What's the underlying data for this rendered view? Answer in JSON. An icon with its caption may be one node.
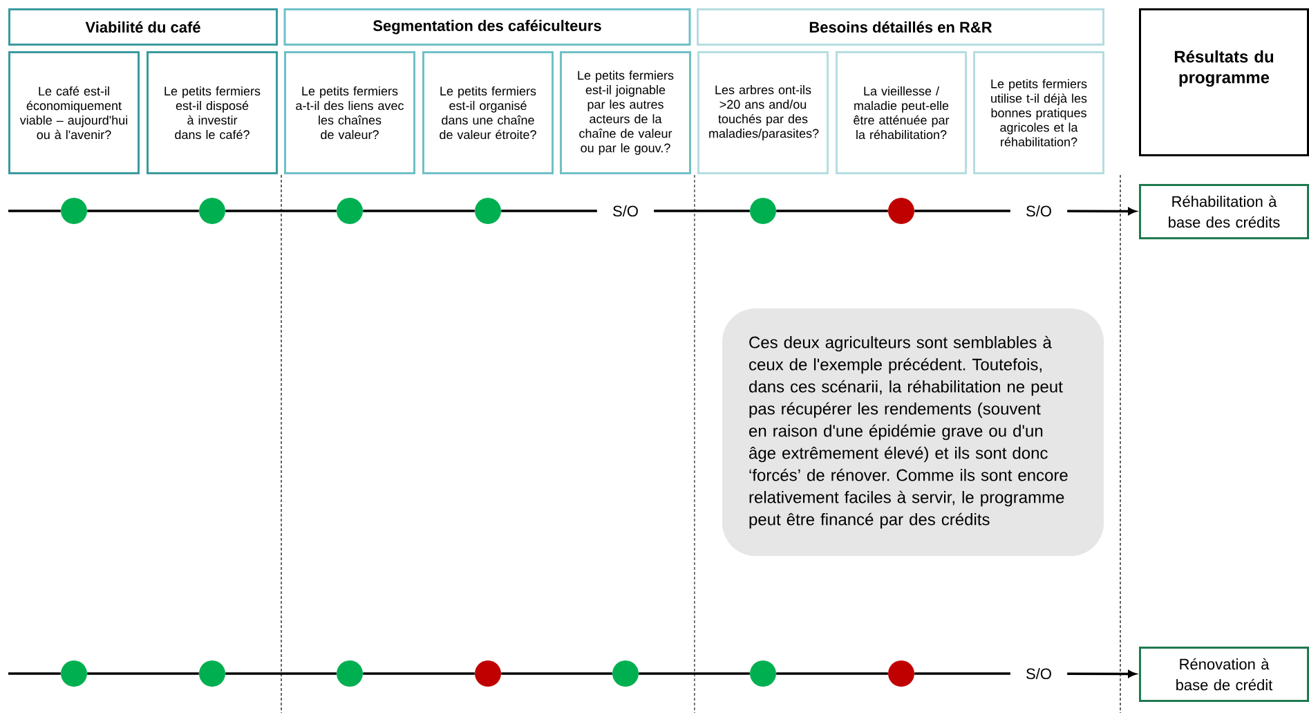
{
  "diagram": {
    "nodes": [
      {
        "text": [
          "Viabilité du café"
        ]
      },
      {
        "text": [
          "Segmentation des caféiculteurs"
        ]
      },
      {
        "text": [
          "Besoins détaillés en R&R"
        ]
      },
      {
        "text": [
          "Le café est-il économiquement viable – aujourd'hui ou à l'avenir?"
        ]
      },
      {
        "text": [
          "Le petits fermiers est-il disposé à investir dans le café?"
        ]
      },
      {
        "text": [
          "Le petits fermiers a-t-il des liens avec les chaînes de valeur?"
        ]
      },
      {
        "text": [
          "Le petits fermiers est-il organisé dans une chaîne de valeur étroite?"
        ]
      },
      {
        "text": [
          "Le petits fermiers est-il joignable par les autres acteurs de la chaîne de valeur ou par le gouv.?"
        ]
      },
      {
        "text": [
          "Les arbres ont-ils  >20 ans and/ou touchés par des maladies/parasites?"
        ]
      },
      {
        "text": [
          "La vieillesse / maladie peut-elle être atténuée par la réhabilitation?"
        ]
      },
      {
        "text": [
          "Le petits fermiers utilise t-il déjà les bonnes pratiques agricoles et la réhabilitation?"
        ]
      },
      {
        "text": [
          "Résultats du programme"
        ]
      },
      {
        "text": [],
        "shape": "circle"
      },
      {
        "text": [],
        "shape": "circle"
      },
      {
        "text": [],
        "shape": "circle"
      },
      {
        "text": [],
        "shape": "circle"
      },
      {
        "text": [
          "S/O"
        ]
      },
      {
        "text": [],
        "shape": "circle"
      },
      {
        "text": [],
        "shape": "circle"
      },
      {
        "text": [
          "S/O"
        ]
      },
      {
        "text": [
          "Réhabilitation à base des crédits"
        ]
      },
      {
        "text": [
          "Ces deux agriculteurs sont semblables à ceux de l'exemple précédent. Toutefois, dans ces scénarii, la réhabilitation ne peut pas récupérer les rendements (souvent en raison d'une épidémie grave ou d'un âge extrêmement élevé) et ils sont donc ‘forcés’ de rénover. Comme ils sont encore relativement faciles à servir, le programme peut être financé par des crédits"
        ]
      },
      {
        "text": [],
        "shape": "circle"
      },
      {
        "text": [],
        "shape": "circle"
      },
      {
        "text": [],
        "shape": "circle"
      },
      {
        "text": [],
        "shape": "circle"
      },
      {
        "text": [],
        "shape": "circle"
      },
      {
        "text": [],
        "shape": "circle"
      },
      {
        "text": [],
        "shape": "circle"
      },
      {
        "text": [
          "S/O"
        ]
      },
      {
        "text": [
          "Rénovation à base de crédit"
        ]
      }
    ],
    "edges": [
      {
        "from": null,
        "to": 12,
        "arrow": "none"
      },
      {
        "from": 12,
        "to": 13,
        "arrow": "none"
      },
      {
        "from": 13,
        "to": 14,
        "arrow": "none"
      },
      {
        "from": 14,
        "to": 15,
        "arrow": "none"
      },
      {
        "from": 15,
        "to": 16,
        "arrow": "none"
      },
      {
        "from": 16,
        "to": 17,
        "arrow": "none"
      },
      {
        "from": 17,
        "to": 18,
        "arrow": "none"
      },
      {
        "from": 18,
        "to": 19,
        "arrow": "none"
      },
      {
        "from": 19,
        "to": 20,
        "arrow": "to"
      },
      {
        "from": null,
        "to": 22,
        "arrow": "none"
      },
      {
        "from": 22,
        "to": 23,
        "arrow": "none"
      },
      {
        "from": 23,
        "to": 24,
        "arrow": "none"
      },
      {
        "from": 24,
        "to": 25,
        "arrow": "none"
      },
      {
        "from": 25,
        "to": 26,
        "arrow": "none"
      },
      {
        "from": 26,
        "to": 27,
        "arrow": "none"
      },
      {
        "from": 27,
        "to": 28,
        "arrow": "none"
      },
      {
        "from": 28,
        "to": 29,
        "arrow": "none"
      },
      {
        "from": 29,
        "to": 30,
        "arrow": "to"
      }
    ]
  }
}
